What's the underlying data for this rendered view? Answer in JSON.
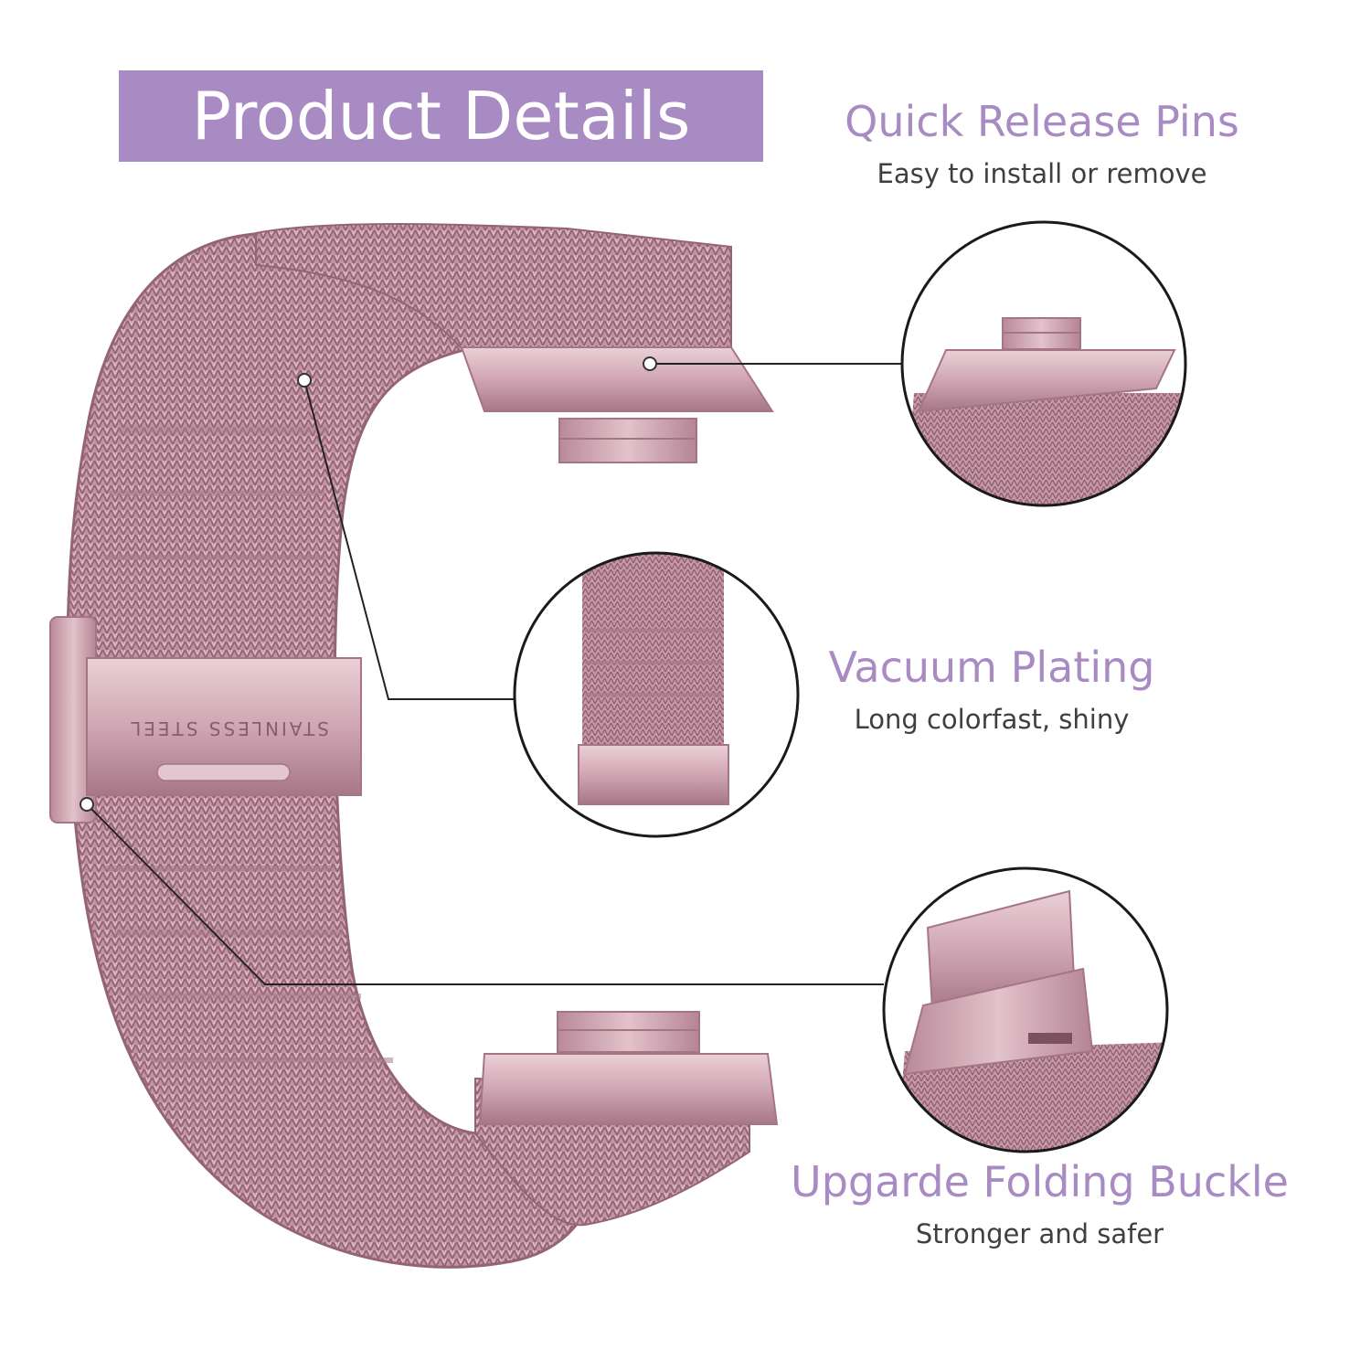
{
  "title": "Product Details",
  "clasp_engraving": "STAINLESS STEEL",
  "colors": {
    "accent": "#a98bc3",
    "band": "#c69aa8",
    "band_dark": "#9c6e7e",
    "band_light": "#e7c9d1"
  },
  "features": [
    {
      "title": "Quick Release Pins",
      "subtitle": "Easy to install or remove",
      "icon": "quick-release-pin-icon"
    },
    {
      "title": "Vacuum Plating",
      "subtitle": "Long colorfast, shiny",
      "icon": "mesh-swatch-icon"
    },
    {
      "title": "Upgarde Folding Buckle",
      "subtitle": "Stronger and safer",
      "icon": "folding-buckle-icon"
    }
  ]
}
